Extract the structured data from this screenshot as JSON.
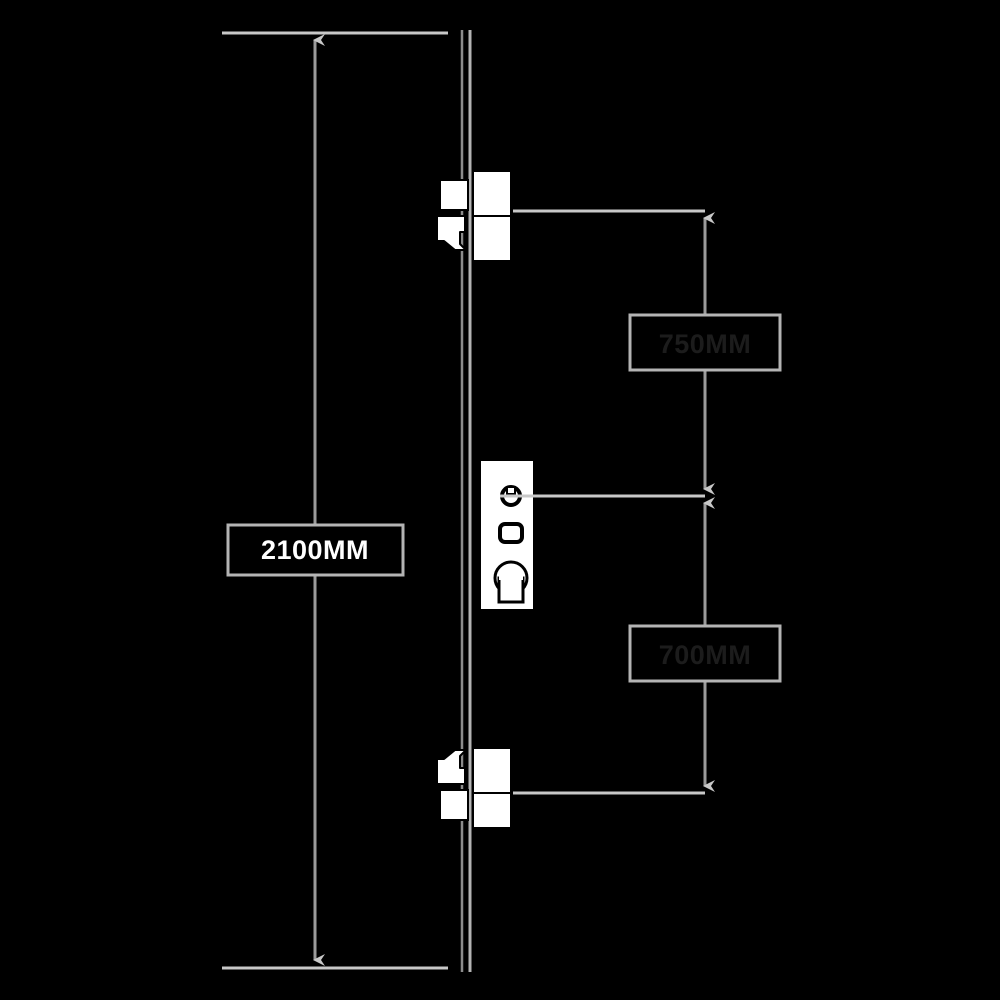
{
  "drawing": {
    "title": "Multipoint Lock Dimension Drawing",
    "background_color": "#000000",
    "line_color": "#c8c8c8",
    "part_fill_color": "#ffffff",
    "part_stroke_color": "#000000",
    "label_text_color": "#ffffff",
    "label_box_fill": "#000000",
    "label_box_stroke": "#b4b4b4",
    "right_label_text_color": "#1a1a1a"
  },
  "dimensions": {
    "overall": {
      "label": "2100MM",
      "name": "overall-length-dimension",
      "orientation": "vertical",
      "side": "left"
    },
    "upper": {
      "label": "750MM",
      "name": "upper-hook-to-centre-dimension",
      "orientation": "vertical",
      "side": "right"
    },
    "lower": {
      "label": "700MM",
      "name": "lower-centre-to-hook-dimension",
      "orientation": "vertical",
      "side": "right"
    }
  },
  "components": {
    "faceplate": {
      "name": "lock-faceplate-rail",
      "description": "Vertical faceplate strip running full height"
    },
    "top_assembly": {
      "name": "top-hook-bolt-assembly",
      "parts": [
        "roller-cam",
        "hook-bolt",
        "gearbox-housing"
      ]
    },
    "centre_assembly": {
      "name": "centre-lock-case",
      "parts": [
        "spindle-hole",
        "fixing-hole",
        "cylinder-keyhole"
      ]
    },
    "bottom_assembly": {
      "name": "bottom-hook-bolt-assembly",
      "parts": [
        "hook-bolt",
        "roller-cam",
        "gearbox-housing"
      ]
    }
  },
  "arrows": {
    "overall_top": {
      "name": "overall-dimension-arrow-top",
      "direction": "up"
    },
    "overall_bottom": {
      "name": "overall-dimension-arrow-bottom",
      "direction": "down"
    },
    "upper_top": {
      "name": "upper-dimension-arrow-top",
      "direction": "up"
    },
    "upper_bottom": {
      "name": "upper-dimension-arrow-bottom",
      "direction": "down"
    },
    "lower_top": {
      "name": "lower-dimension-arrow-top",
      "direction": "up"
    },
    "lower_bottom": {
      "name": "lower-dimension-arrow-bottom",
      "direction": "down"
    }
  }
}
